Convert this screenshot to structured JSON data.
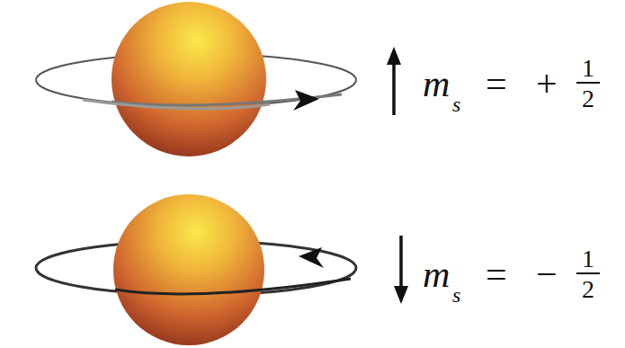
{
  "diagram": {
    "labels": [
      "m",
      "s",
      "=",
      "+",
      "1",
      "2",
      "m",
      "s",
      "=",
      "−",
      "1",
      "2"
    ]
  }
}
